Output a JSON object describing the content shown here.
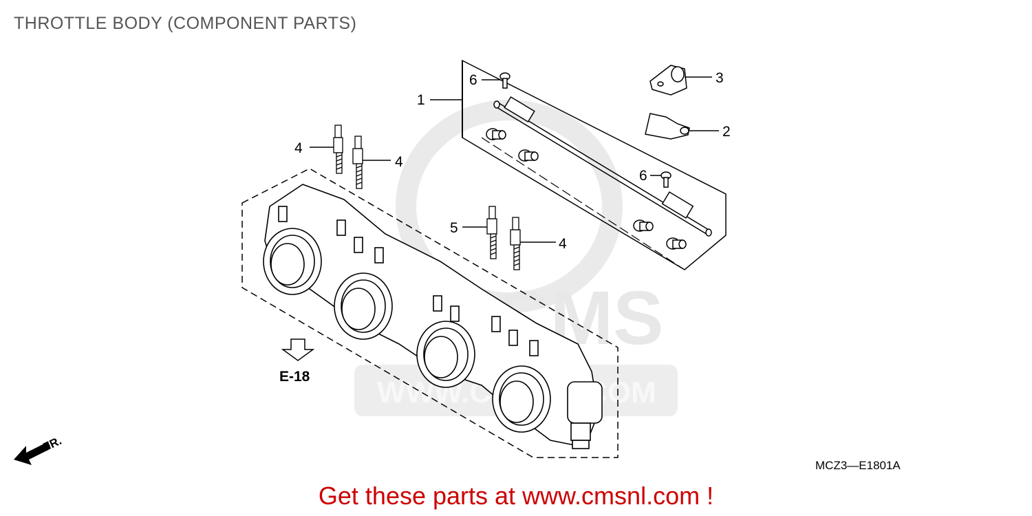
{
  "diagram": {
    "title": "THROTTLE BODY (COMPONENT PARTS)",
    "ref_code": "MCZ3—E1801A",
    "section_ref": "E-18",
    "direction_label": "FR.",
    "watermark_text": "WWW.CMSNL.COM",
    "watermark_logo": "CMS",
    "callouts": {
      "c1": "1",
      "c2": "2",
      "c3": "3",
      "c4a": "4",
      "c4b": "4",
      "c4c": "4",
      "c5": "5",
      "c6a": "6",
      "c6b": "6"
    }
  },
  "footer": {
    "promo": "Get these parts at www.cmsnl.com !"
  },
  "colors": {
    "promo": "#cc0000",
    "title": "#555555",
    "line": "#000000",
    "watermark": "#e6e6e6"
  }
}
